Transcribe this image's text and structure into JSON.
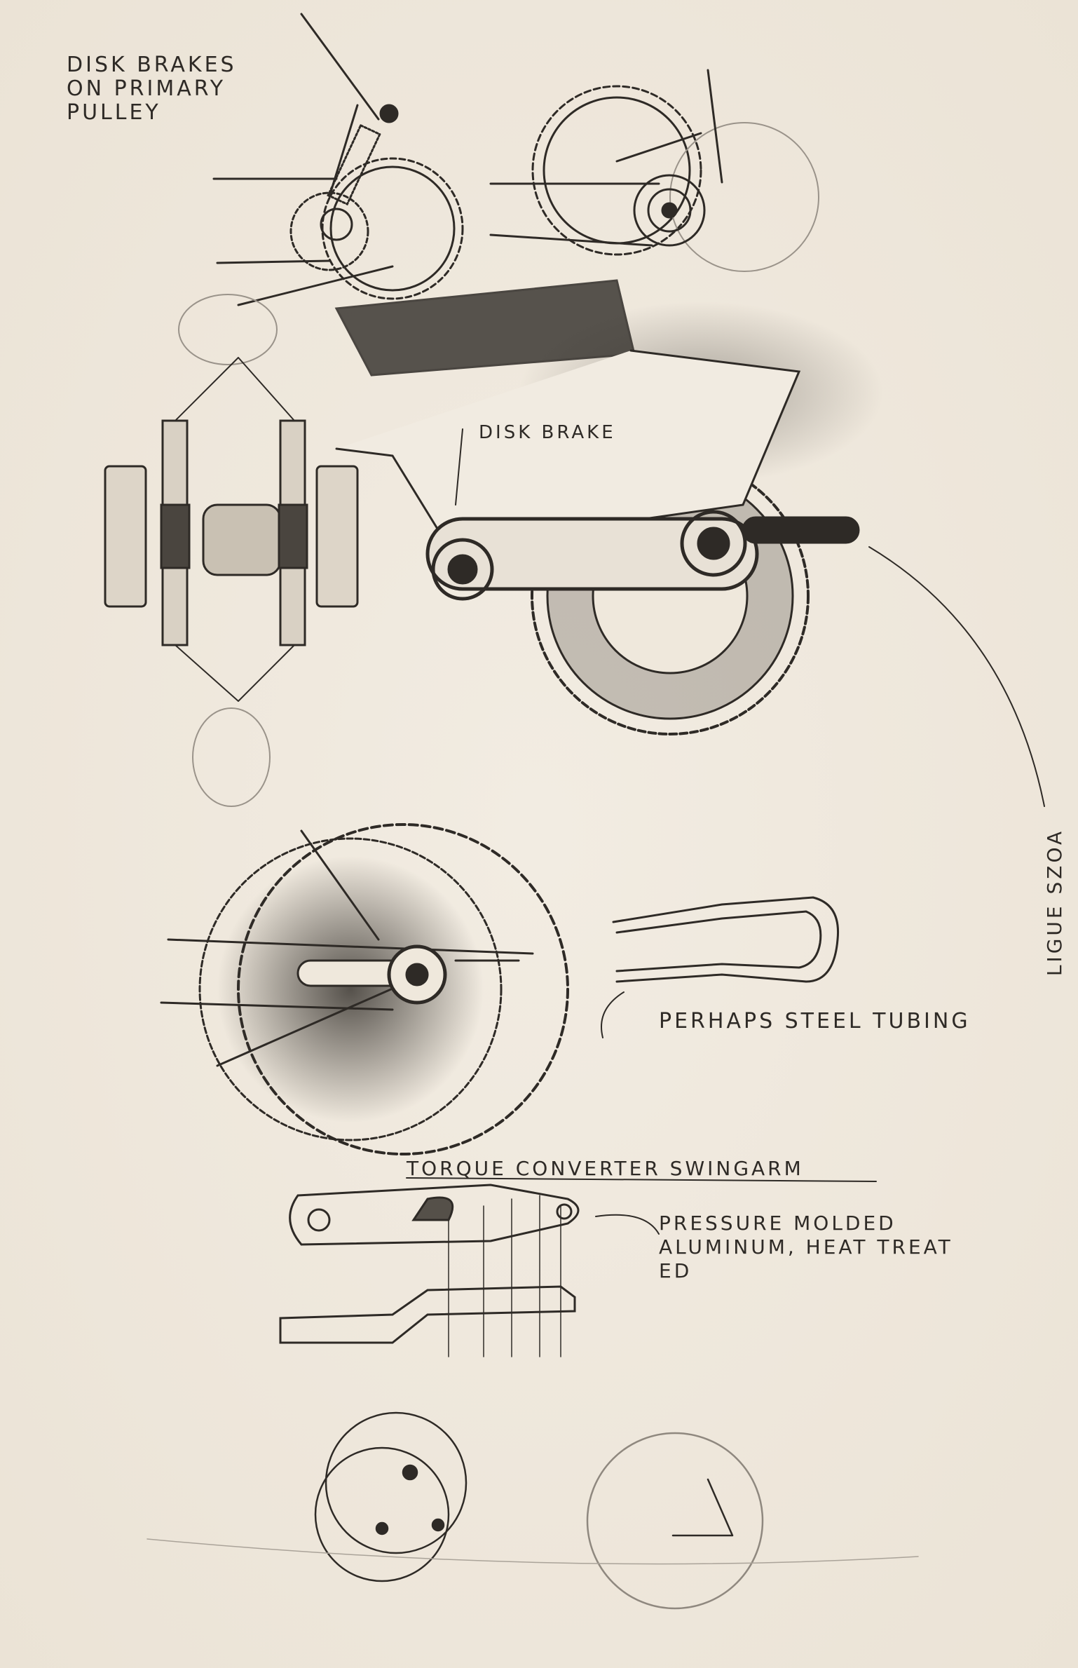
{
  "annotations": {
    "disk_brakes_primary": [
      "DISK BRAKES",
      "ON PRIMARY",
      "PULLEY"
    ],
    "disk_brake": "DISK BRAKE",
    "ligue": "LIGUE SZOA",
    "steel_tubing": "PERHAPS STEEL TUBING",
    "swingarm": "TORQUE CONVERTER SWINGARM",
    "aluminum": [
      "PRESSURE MOLDED",
      "ALUMINUM, HEAT TREAT",
      "ED"
    ]
  },
  "colors": {
    "paper": "#efe8dc",
    "pencil": "#2e2a26",
    "shade": "#555049"
  }
}
